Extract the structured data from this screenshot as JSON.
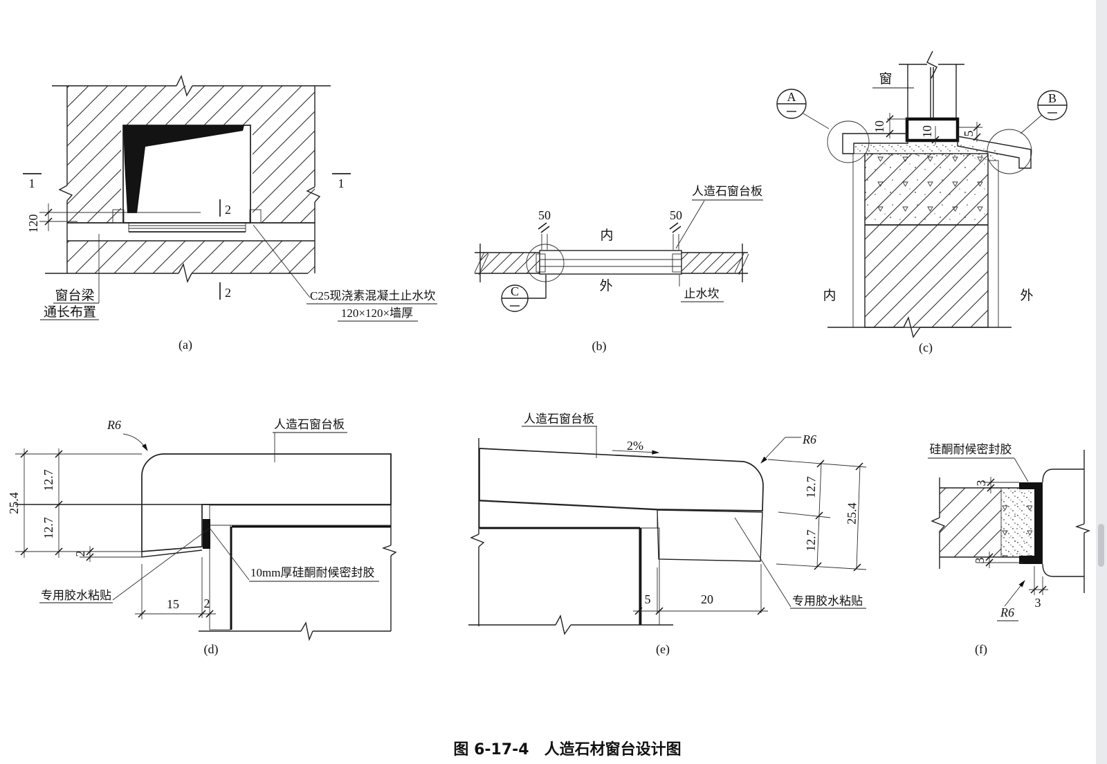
{
  "title_caption": "图 6-17-4　人造石材窗台设计图",
  "colors": {
    "line": "#1f1f1f",
    "sealant_black": "#111111",
    "scrollbar_track": "#e8eaed",
    "scrollbar_thumb": "#c3c7cb"
  },
  "panels": {
    "a": {
      "caption": "(a)",
      "dim_120": "120",
      "section_mark_1": "1",
      "section_mark_2": "2",
      "beam_label_line1": "窗台梁",
      "beam_label_line2": "通长布置",
      "curb_label_line1": "C25现浇素混凝土止水坎",
      "curb_label_line2": "120×120×墙厚"
    },
    "b": {
      "caption": "(b)",
      "board_label": "人造石窗台板",
      "inside_label": "内",
      "outside_label": "外",
      "curb_label": "止水坎",
      "dim_50": "50",
      "detail_ref": "C"
    },
    "c": {
      "caption": "(c)",
      "window_label": "窗",
      "inside_label": "内",
      "outside_label": "外",
      "detail_ref_a": "A",
      "detail_ref_b": "B",
      "dim_10": "10",
      "dim_5": "5"
    },
    "d": {
      "caption": "(d)",
      "radius_label": "R6",
      "board_label": "人造石窗台板",
      "sealant_label": "10mm厚硅酮耐候密封胶",
      "glue_label": "专用胶水粘贴",
      "dim_25_4": "25.4",
      "dim_12_7": "12.7",
      "dim_2": "2",
      "dim_15": "15"
    },
    "e": {
      "caption": "(e)",
      "board_label": "人造石窗台板",
      "slope_label": "2%",
      "radius_label": "R6",
      "glue_label": "专用胶水粘贴",
      "dim_12_7": "12.7",
      "dim_25_4": "25.4",
      "dim_5": "5",
      "dim_20": "20"
    },
    "f": {
      "caption": "(f)",
      "sealant_label": "硅酮耐候密封胶",
      "radius_label": "R6",
      "dim_3": "3"
    }
  }
}
